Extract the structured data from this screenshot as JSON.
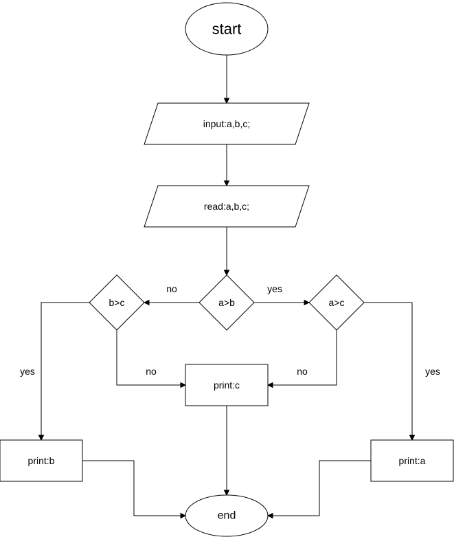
{
  "flowchart": {
    "nodes": {
      "start": "start",
      "input": "input:a,b,c;",
      "read": "read:a,b,c;",
      "cmp_ab": "a>b",
      "cmp_bc": "b>c",
      "cmp_ac": "a>c",
      "print_c": "print:c",
      "print_b": "print:b",
      "print_a": "print:a",
      "end": "end"
    },
    "edge_labels": {
      "ab_no": "no",
      "ab_yes": "yes",
      "bc_yes": "yes",
      "bc_no": "no",
      "ac_no": "no",
      "ac_yes": "yes"
    }
  }
}
